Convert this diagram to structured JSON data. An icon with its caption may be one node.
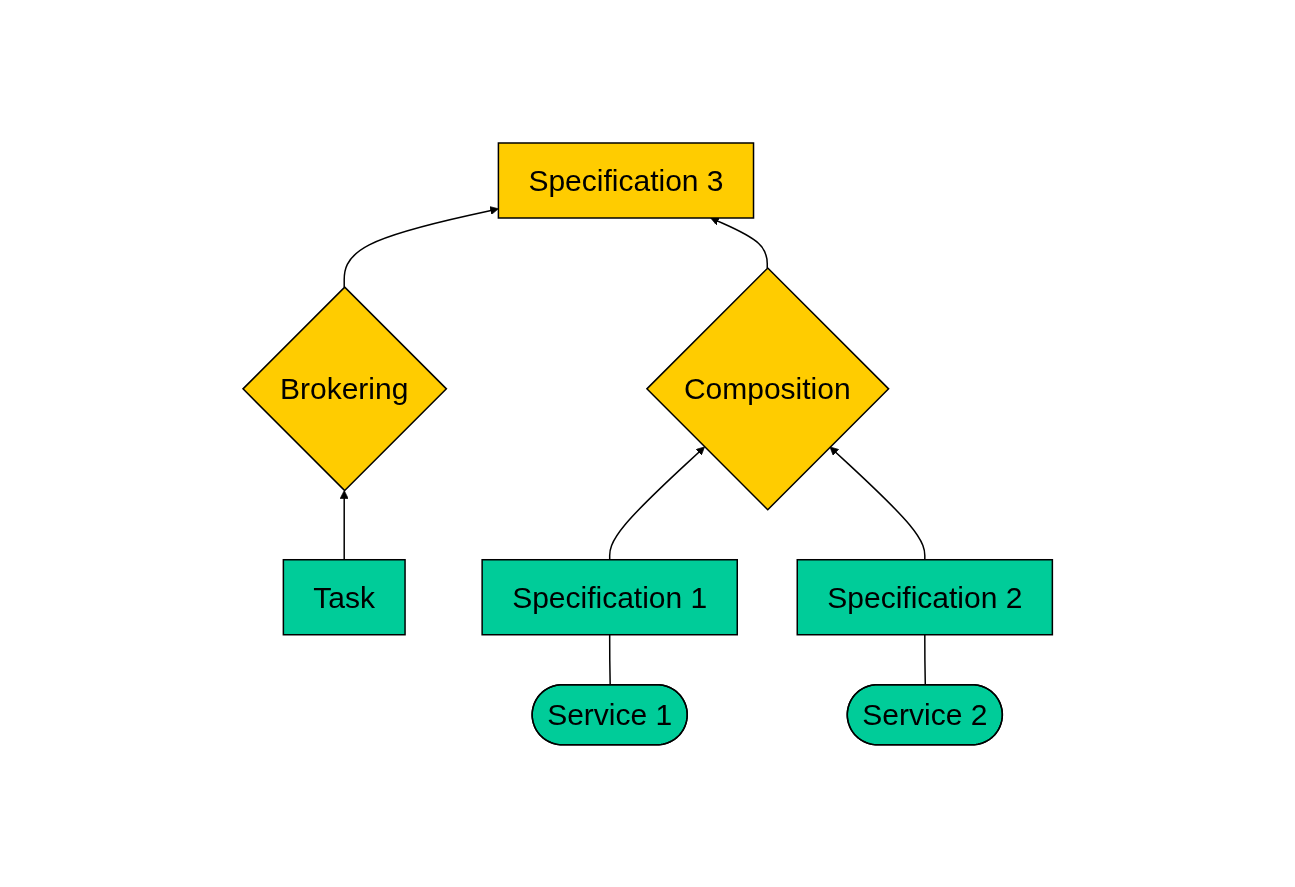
{
  "diagram": {
    "nodes": [
      {
        "text": [
          "Task"
        ]
      },
      {
        "text": [
          "Brokering"
        ]
      },
      {
        "text": [
          "Specification 3"
        ]
      },
      {
        "text": [
          "Composition"
        ]
      },
      {
        "text": [
          "Specification 1"
        ]
      },
      {
        "text": [
          "Specification 2"
        ]
      },
      {
        "text": [
          "Service 1"
        ]
      },
      {
        "text": [
          "Service 2"
        ]
      }
    ],
    "edges": [
      {
        "from": 0,
        "to": 1,
        "arrow": "to"
      },
      {
        "from": 1,
        "to": 2,
        "arrow": "to"
      },
      {
        "from": 3,
        "to": 2,
        "arrow": "to"
      },
      {
        "from": 4,
        "to": 3,
        "arrow": "to"
      },
      {
        "from": 5,
        "to": 3,
        "arrow": "to"
      },
      {
        "from": 6,
        "to": 4,
        "arrow": "none"
      },
      {
        "from": 7,
        "to": 5,
        "arrow": "none"
      }
    ]
  }
}
